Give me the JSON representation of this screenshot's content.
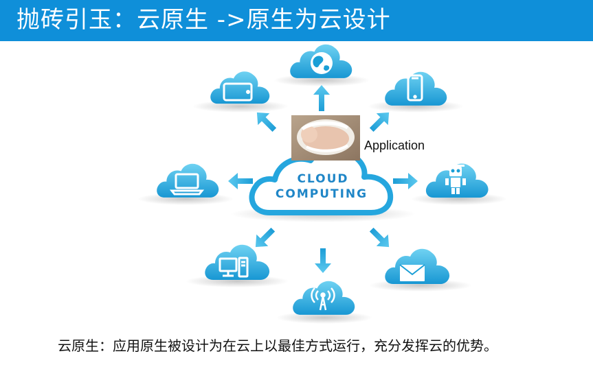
{
  "slide": {
    "title": "抛砖引玉：云原生 ->原生为云设计",
    "caption": "云原生：应用原生被设计为在云上以最佳方式运行，充分发挥云的优势。"
  },
  "diagram": {
    "center": {
      "line1": "CLOUD",
      "line2": "COMPUTING"
    },
    "photo_label": "Application",
    "photo_icon": "sleeping-baby-photo",
    "satellite_icons": [
      "tablet-icon",
      "globe-icon",
      "smartphone-icon",
      "laptop-icon",
      "robot-icon",
      "desktop-computer-icon",
      "antenna-tower-icon",
      "envelope-icon"
    ],
    "colors": {
      "title_bar": "#0f8fd9",
      "cloud_light": "#4fc3ec",
      "cloud_dark": "#1a9fd6",
      "arrow": "#2fb3e6"
    }
  }
}
